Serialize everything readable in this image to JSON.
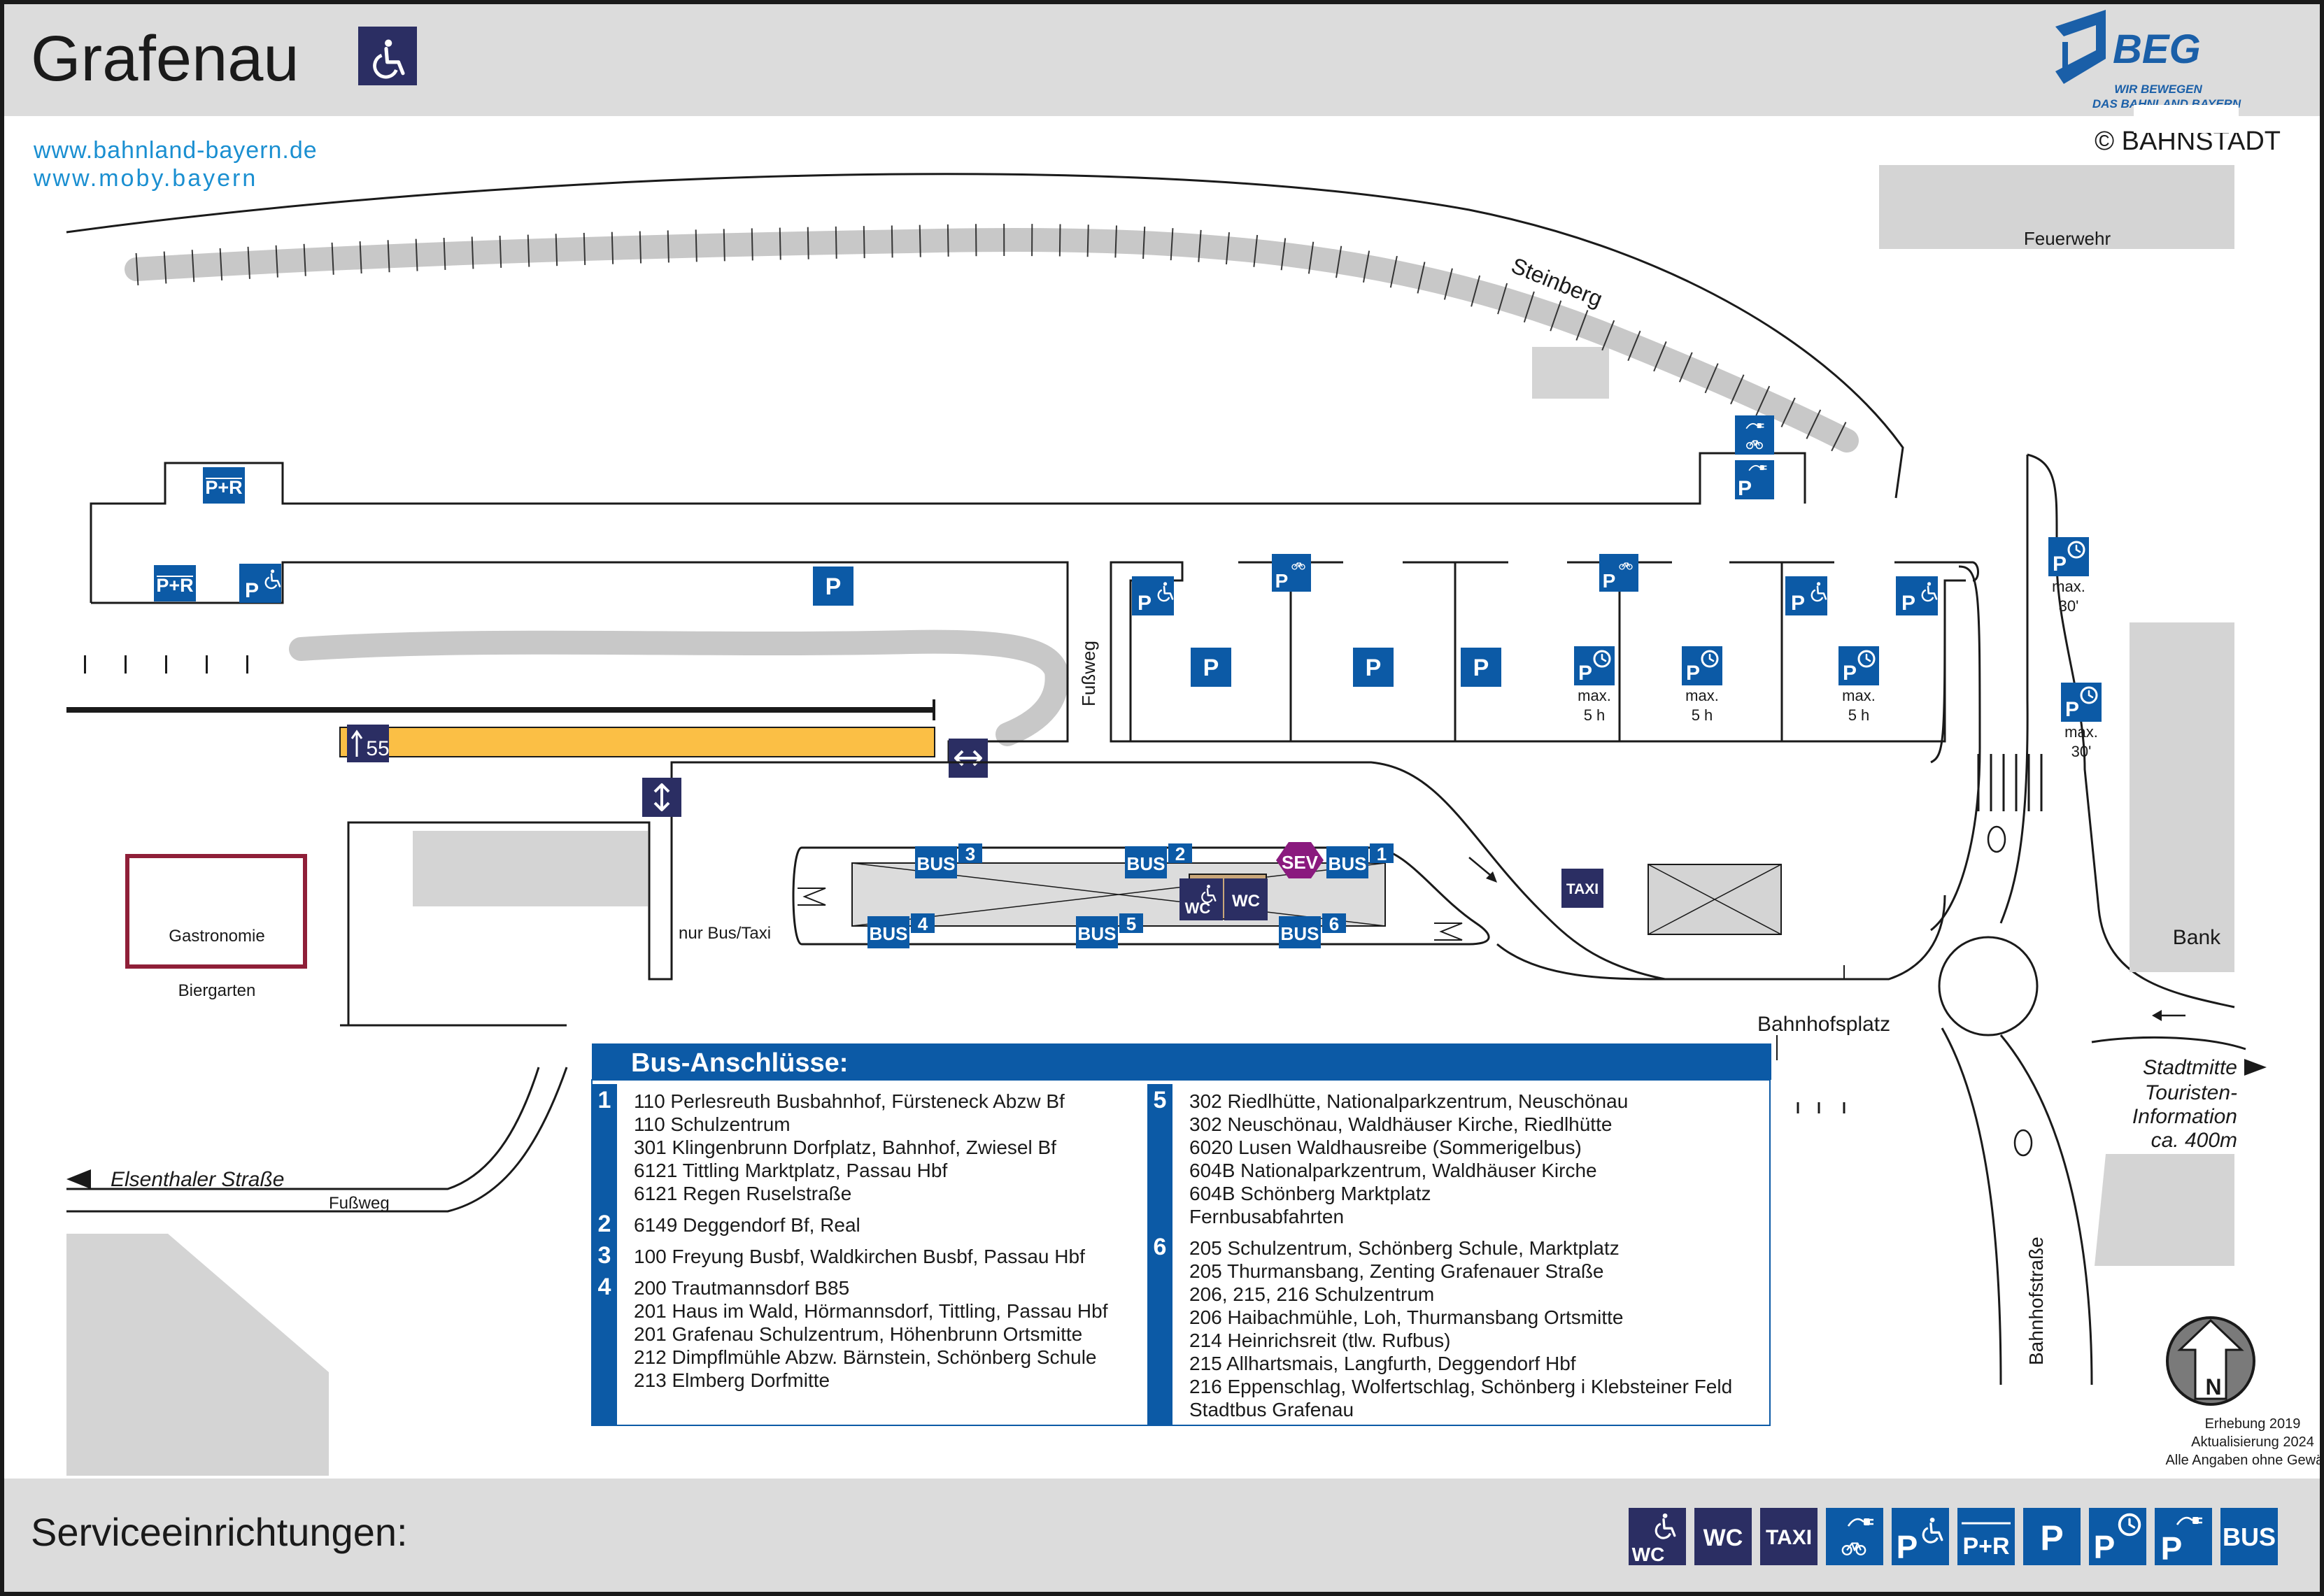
{
  "header": {
    "title": "Grafenau",
    "logo_text": "BEG",
    "logo_tagline_1": "WIR BEWEGEN",
    "logo_tagline_2": "DAS BAHNLAND BAYERN",
    "copyright": "© BAHNSTADT"
  },
  "links": [
    "www.bahnland-bayern.de",
    "www.moby.bayern"
  ],
  "labels": {
    "feuerwehr": "Feuerwehr",
    "steinberg": "Steinberg",
    "fussweg_vertical": "Fußweg",
    "fussweg_bottom": "Fußweg",
    "nur_bus_taxi": "nur Bus/Taxi",
    "gastronomie": "Gastronomie",
    "biergarten": "Biergarten",
    "bahnhofsplatz": "Bahnhofsplatz",
    "bank": "Bank",
    "bahnhofstrasse": "Bahnhofstraße",
    "elsenthaler": "Elsenthaler Straße",
    "stadtmitte": "Stadtmitte",
    "touristen_1": "Touristen-",
    "touristen_2": "Information",
    "touristen_3": "ca. 400m",
    "track_number": "55",
    "max5h_top": "max.",
    "max5h_bottom": "5 h",
    "max30_top": "max.",
    "max30_bottom": "30'",
    "taxi": "TAXI",
    "sev": "SEV",
    "wc": "WC",
    "pr": "P+R",
    "p": "P",
    "bus": "BUS"
  },
  "bus_stops": [
    "1",
    "2",
    "3",
    "4",
    "5",
    "6"
  ],
  "bus_panel": {
    "title": "Bus-Anschlüsse:",
    "left": [
      {
        "stop": "1",
        "lines": [
          "110 Perlesreuth Busbahnhof, Fürsteneck Abzw Bf",
          "110 Schulzentrum",
          "301 Klingenbrunn Dorfplatz, Bahnhof, Zwiesel Bf",
          "6121 Tittling Marktplatz, Passau Hbf",
          "6121 Regen Ruselstraße"
        ]
      },
      {
        "stop": "2",
        "lines": [
          "6149 Deggendorf Bf, Real"
        ]
      },
      {
        "stop": "3",
        "lines": [
          "100 Freyung Busbf, Waldkirchen Busbf, Passau Hbf"
        ]
      },
      {
        "stop": "4",
        "lines": [
          "200 Trautmannsdorf B85",
          "201 Haus im Wald, Hörmannsdorf, Tittling, Passau Hbf",
          "201 Grafenau Schulzentrum, Höhenbrunn Ortsmitte",
          "212 Dimpflmühle Abzw. Bärnstein, Schönberg Schule",
          "213 Elmberg Dorfmitte"
        ]
      }
    ],
    "right": [
      {
        "stop": "5",
        "lines": [
          "302 Riedlhütte, Nationalparkzentrum, Neuschönau",
          "302 Neuschönau, Waldhäuser Kirche, Riedlhütte",
          "6020 Lusen Waldhausreibe (Sommerigelbus)",
          "604B Nationalparkzentrum, Waldhäuser Kirche",
          "604B Schönberg Marktplatz",
          "Fernbusabfahrten"
        ]
      },
      {
        "stop": "6",
        "lines": [
          "205 Schulzentrum, Schönberg Schule, Marktplatz",
          "205 Thurmansbang, Zenting Grafenauer Straße",
          "206, 215, 216 Schulzentrum",
          "206 Haibachmühle, Loh, Thurmansbang Ortsmitte",
          "214 Heinrichsreit (tlw. Rufbus)",
          "215 Allhartsmais, Langfurth, Deggendorf Hbf",
          "216 Eppenschlag, Wolfertschlag, Schönberg i Klebsteiner Feld",
          "Stadtbus Grafenau"
        ]
      }
    ]
  },
  "compass": "N",
  "footer_notes": [
    "Erhebung 2019",
    "Aktualisierung 2024",
    "Alle Angaben ohne Gewähr!"
  ],
  "service": {
    "title": "Serviceeinrichtungen:",
    "icons": [
      "wheelchair-wc-icon",
      "wc-icon",
      "taxi-icon",
      "bike-charging-icon",
      "disabled-parking-icon",
      "park-and-ride-icon",
      "parking-icon",
      "time-limited-parking-icon",
      "ev-charging-parking-icon",
      "bus-icon"
    ]
  },
  "colors": {
    "blue": "#0c5aa6",
    "navy": "#2b2e63",
    "platform": "#fbbf45",
    "gray": "#d4d4d4",
    "tree": "#c8c8c8",
    "sev": "#8a1a7e",
    "gastro": "#8f1f38",
    "link": "#1a8fd1",
    "logo_blue": "#1a5fa8"
  }
}
